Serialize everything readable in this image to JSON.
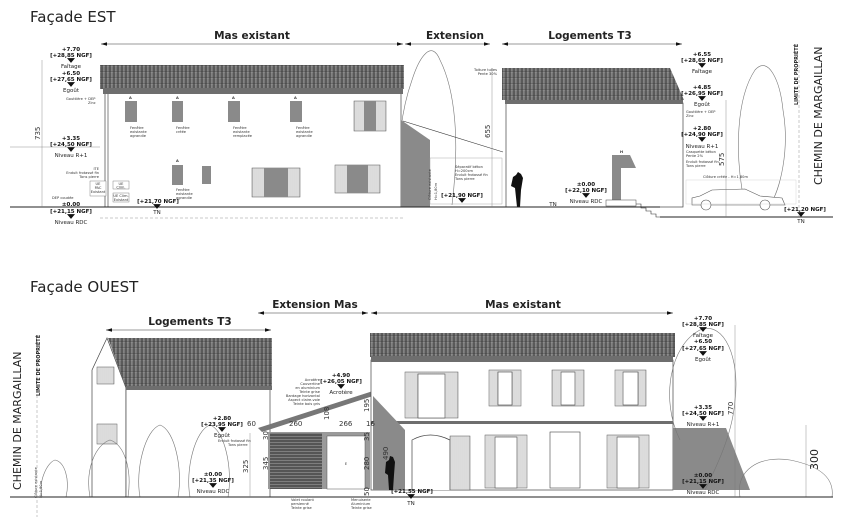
{
  "est": {
    "title": "Façade EST",
    "sections": {
      "mas": "Mas existant",
      "extension": "Extension",
      "t3": "Logements T3"
    },
    "levels": [
      {
        "value": "+7.70",
        "ngf": "[+28,85 NGF]",
        "label": "Faîtage"
      },
      {
        "value": "+6.50",
        "ngf": "[+27,65 NGF]",
        "label": "Egoût"
      },
      {
        "value": "+3.35",
        "ngf": "[+24,50 NGF]",
        "label": "Niveau R+1"
      },
      {
        "value": "±0.00",
        "ngf": "[+21,15 NGF]",
        "label": "Niveau RDC"
      },
      {
        "value": "+6.55",
        "ngf": "[+28,65 NGF]",
        "label": "Faîtage"
      },
      {
        "value": "+4.85",
        "ngf": "[+26,95 NGF]",
        "label": "Egoût"
      },
      {
        "value": "+2.80",
        "ngf": "[+24,90 NGF]",
        "label": "Niveau R+1"
      },
      {
        "value": "±0.00",
        "ngf": "[+22,10 NGF]",
        "label": "Niveau RDC"
      }
    ],
    "spot_levels": [
      "[+21,70 NGF]",
      "[+21,90 NGF]",
      "[+21,20 NGF]"
    ],
    "tn": "TN",
    "dims": [
      "735",
      "655",
      "575"
    ],
    "markers": {
      "a": "A",
      "h": "H"
    },
    "notes": [
      [
        "Fenêtre",
        "existante",
        "agrandie"
      ],
      [
        "Fenêtre",
        "créée"
      ],
      [
        "Fenêtre",
        "existante",
        "remplacée"
      ],
      [
        "Fenêtre",
        "existante",
        "agrandie"
      ],
      [
        "Fenêtre",
        "existante",
        "agrandie"
      ],
      [
        "Gouttière + DEP",
        "Zinc"
      ],
      [
        "ITE",
        "Enduit frotassé fin",
        "Tons pierre"
      ],
      [
        "UE",
        "PAC",
        "Existant"
      ],
      [
        "UE",
        "Clim."
      ],
      [
        "UE Clim.",
        "Existant"
      ],
      [
        "DEP coudée"
      ],
      [
        "Toiture tuiles",
        "Pente 30%"
      ],
      [
        "Séparatif béton",
        "H=200cm",
        "Enduit frotassé fin",
        "Tons pierre"
      ],
      [
        "Gouttière + DEP",
        "Zinc"
      ],
      [
        "Casquette béton",
        "Pente 2%",
        "Enduit frotassé fin",
        "Tons pierre"
      ],
      [
        "Clôture existante",
        "H=1,80m"
      ]
    ],
    "fence": "Clôture créée - H=1,80m",
    "road": "CHEMIN DE MARGAILLAN",
    "limit": "LIMITE DE PROPRIÉTÉ"
  },
  "ouest": {
    "title": "Façade OUEST",
    "sections": {
      "t3": "Logements T3",
      "extension": "Extension Mas",
      "mas": "Mas existant"
    },
    "levels": [
      {
        "value": "+7.70",
        "ngf": "[+28,85 NGF]",
        "label": "Faîtage"
      },
      {
        "value": "+6.50",
        "ngf": "[+27,65 NGF]",
        "label": "Egoût"
      },
      {
        "value": "+3.35",
        "ngf": "[+24,50 NGF]",
        "label": "Niveau R+1"
      },
      {
        "value": "±0.00",
        "ngf": "[+21,15 NGF]",
        "label": "Niveau RDC"
      },
      {
        "value": "+2.80",
        "ngf": "[+23,95 NGF]",
        "label": "Egoût"
      },
      {
        "value": "±0.00",
        "ngf": "[+21,35 NGF]",
        "label": "Niveau RDC"
      },
      {
        "value": "+4.90",
        "ngf": "[+26,05 NGF]",
        "label": "Acrotère"
      }
    ],
    "spot_levels": [
      "[+21,55 NGF]"
    ],
    "tn": "TN",
    "dims": [
      "60",
      "260",
      "266",
      "16",
      "108",
      "195",
      "30",
      "325",
      "345",
      "35",
      "280",
      "490",
      "50",
      "770",
      "300"
    ],
    "door_label": "E",
    "notes": [
      [
        "Acrotère",
        "Couvertine",
        "en aluminium",
        "Teinte grise",
        "Bardage horizontal",
        "Aspect claire-voie",
        "Teinte bois gris"
      ],
      [
        "Enduit frotassé fin",
        "Tons pierre"
      ],
      [
        "Volet roulant",
        "persienné",
        "Teinte grise"
      ],
      [
        "Menuiserie",
        "Aluminium",
        "Teinte grise"
      ],
      [
        "Clôture existante",
        "H=1,80m"
      ]
    ],
    "road": "CHEMIN DE MARGAILLAN",
    "limit": "LIMITE DE PROPRIÉTÉ"
  }
}
